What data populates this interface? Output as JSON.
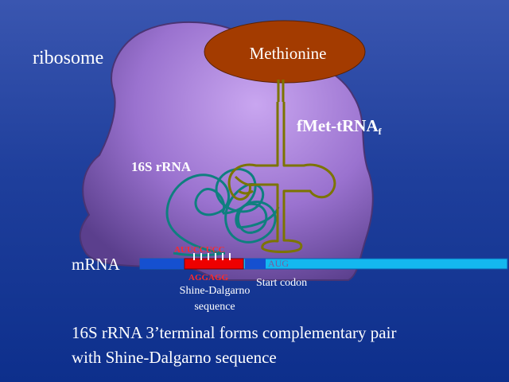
{
  "labels": {
    "ribosome": "ribosome",
    "methionine": "Methionine",
    "trna": "fMet-tRNA",
    "trna_sub": "f",
    "rrna": "16S rRNA",
    "mrna": "mRNA",
    "rrna_seq": "AUUCCUCC",
    "sd_seq": "AGGAGG",
    "codon": "AUG",
    "start_codon": "Start codon",
    "sd_line1": "Shine-Dalgarno",
    "sd_line2": "sequence",
    "caption_line1": "16S rRNA 3’terminal forms complementary pair",
    "caption_line2": "with Shine-Dalgarno sequence"
  },
  "colors": {
    "ribosome_fill": "#9a70cc",
    "methionine_fill": "#a33b00",
    "trna_stroke": "#7c7400",
    "rrna_stroke": "#0f7f7f",
    "mrna_fill": "#14b8ef",
    "sd_fill": "#ee0000",
    "mrna_strip": "#1550d0",
    "seq_red": "#ff2a2a",
    "codon_text": "#7a5b9a"
  }
}
